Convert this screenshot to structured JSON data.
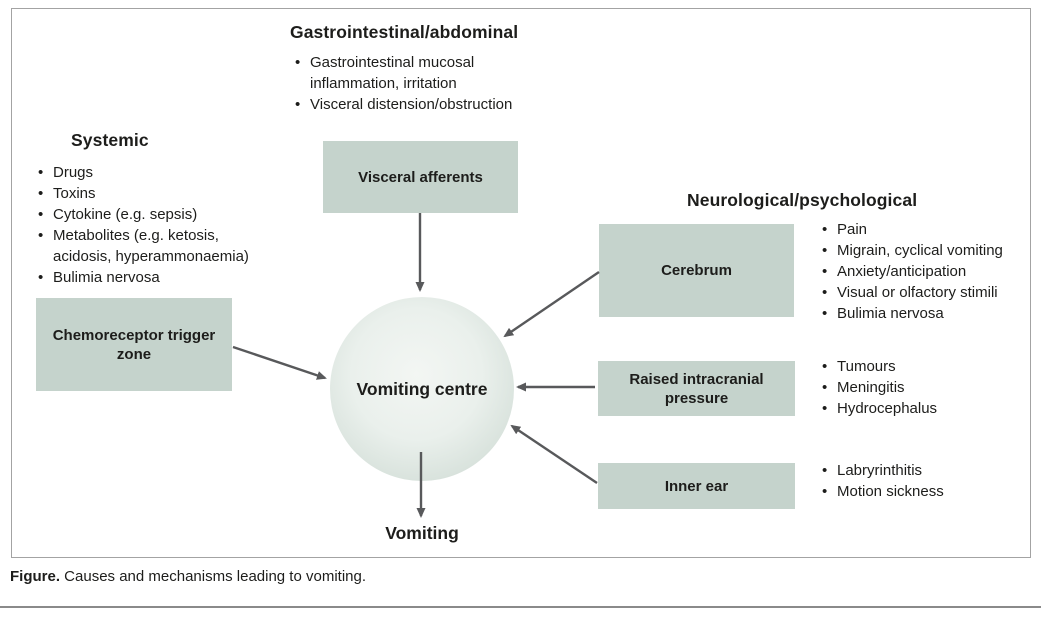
{
  "figure": {
    "caption_label": "Figure.",
    "caption_text": " Causes and mechanisms leading to vomiting."
  },
  "sections": {
    "gastrointestinal": {
      "title": "Gastrointestinal/abdominal",
      "bullets": [
        "Gastrointestinal mucosal inflammation, irritation",
        "Visceral distension/obstruction"
      ]
    },
    "systemic": {
      "title": "Systemic",
      "bullets": [
        "Drugs",
        "Toxins",
        "Cytokine (e.g. sepsis)",
        "Metabolites (e.g. ketosis, acidosis, hyperammonaemia)",
        "Bulimia nervosa"
      ]
    },
    "neurological": {
      "title": "Neurological/psychological",
      "cerebrum_bullets": [
        "Pain",
        "Migrain, cyclical vomiting",
        "Anxiety/anticipation",
        "Visual or olfactory stimili",
        "Bulimia nervosa"
      ],
      "raised_icp_bullets": [
        "Tumours",
        "Meningitis",
        "Hydrocephalus"
      ],
      "inner_ear_bullets": [
        "Labryrinthitis",
        "Motion sickness"
      ]
    }
  },
  "nodes": {
    "visceral_afferents": "Visceral afferents",
    "chemoreceptor_trigger_zone": "Chemoreceptor trigger zone",
    "cerebrum": "Cerebrum",
    "raised_intracranial_pressure": "Raised intracranial pressure",
    "inner_ear": "Inner ear",
    "vomiting_centre": "Vomiting centre",
    "vomiting": "Vomiting"
  },
  "colors": {
    "box_fill": "#c5d3cc",
    "arrow": "#58595b",
    "text": "#1d1d1b",
    "frame_border": "#a3a3a3"
  }
}
